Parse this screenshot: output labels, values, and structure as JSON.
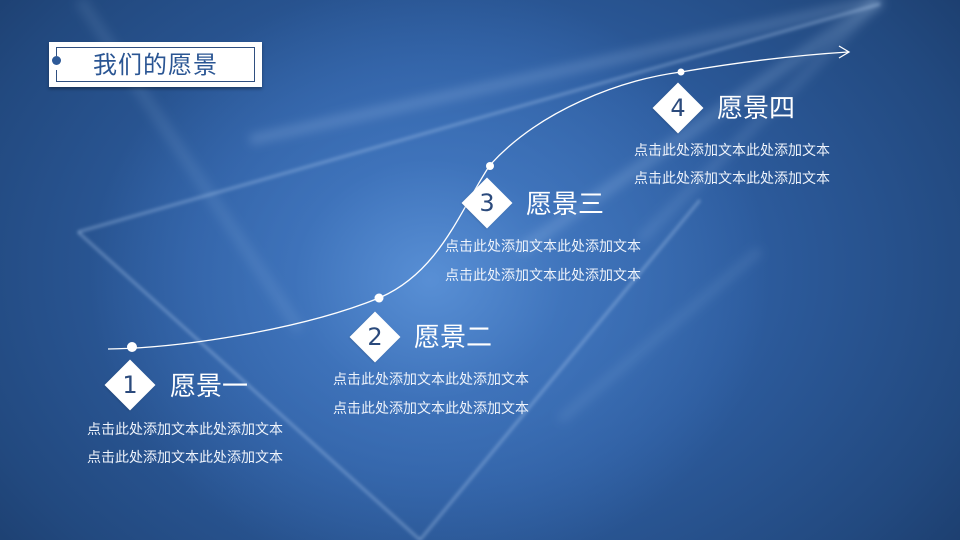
{
  "title": "我们的愿景",
  "colors": {
    "background_dark": "#152f58",
    "background_mid": "#2d5c9e",
    "background_glow": "#5a91d7",
    "title_text": "#2a5593",
    "diamond_fill": "#ffffff",
    "diamond_number": "#2b4a7c",
    "text": "#ffffff"
  },
  "steps": [
    {
      "number": "1",
      "heading": "愿景一",
      "lines": [
        "点击此处添加文本此处添加文本",
        "点击此处添加文本此处添加文本"
      ]
    },
    {
      "number": "2",
      "heading": "愿景二",
      "lines": [
        "点击此处添加文本此处添加文本",
        "点击此处添加文本此处添加文本"
      ]
    },
    {
      "number": "3",
      "heading": "愿景三",
      "lines": [
        "点击此处添加文本此处添加文本",
        "点击此处添加文本此处添加文本"
      ]
    },
    {
      "number": "4",
      "heading": "愿景四",
      "lines": [
        "点击此处添加文本此处添加文本",
        "点击此处添加文本此处添加文本"
      ]
    }
  ],
  "icons": {
    "title_dot": "circle-dot",
    "timeline_arrow": "arrow-right",
    "step_marker": "diamond"
  }
}
